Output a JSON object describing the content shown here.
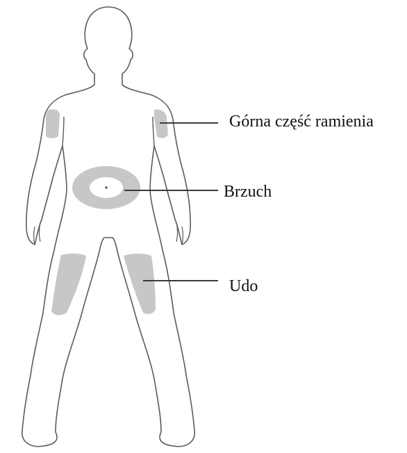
{
  "labels": {
    "upper_arm": "Górna część ramienia",
    "abdomen": "Brzuch",
    "thigh": "Udo"
  },
  "colors": {
    "outline": "#5a5a5a",
    "region_fill": "#c7c7c7",
    "leader_line": "#3a3a3a",
    "text": "#111111",
    "background": "#ffffff"
  }
}
